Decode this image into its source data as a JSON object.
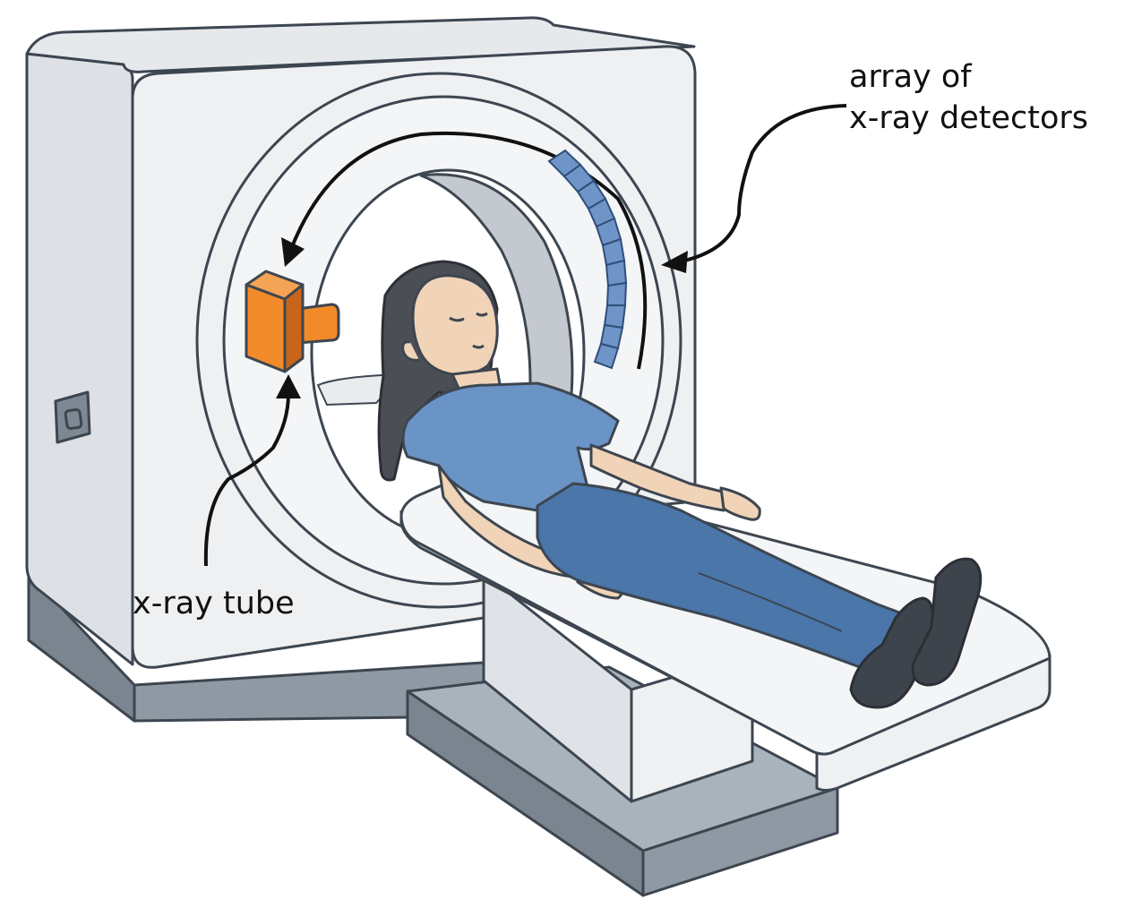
{
  "labels": {
    "detectors_line1": "array of",
    "detectors_line2": "x-ray detectors",
    "tube": "x-ray tube"
  },
  "colors": {
    "gantry": "#eef0f2",
    "gantry_shadow": "#dde1e5",
    "outline": "#3d4650",
    "base": "#8e99a4",
    "base_dark": "#6f7a85",
    "tube": "#f28a2a",
    "tube_dark": "#c9651a",
    "detector": "#6f94c8",
    "shirt": "#6a93c6",
    "pants": "#4a76aa",
    "skin": "#f1d3b8",
    "hair": "#4b4f55",
    "shoe": "#3e444b",
    "arrow": "#111111"
  }
}
